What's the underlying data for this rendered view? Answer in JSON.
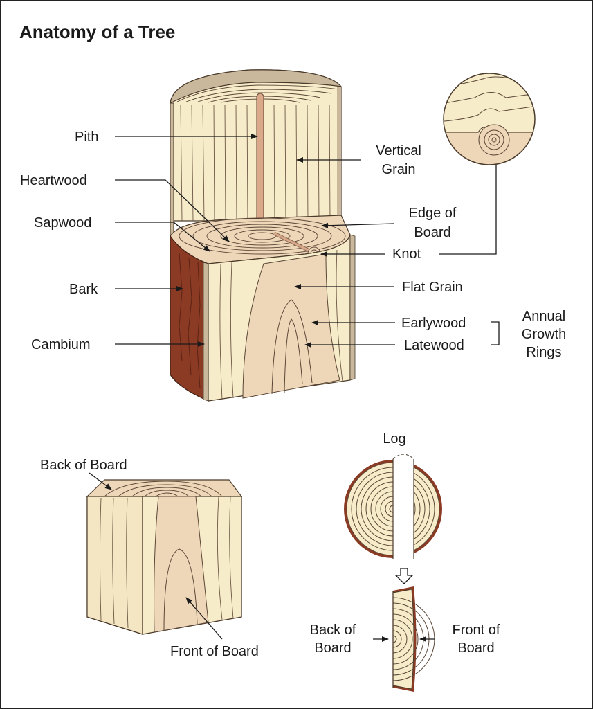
{
  "title": "Anatomy of a Tree",
  "labels": {
    "pith": "Pith",
    "heartwood": "Heartwood",
    "sapwood": "Sapwood",
    "bark": "Bark",
    "cambium": "Cambium",
    "vertical_grain_1": "Vertical",
    "vertical_grain_2": "Grain",
    "edge_of_board_1": "Edge of",
    "edge_of_board_2": "Board",
    "knot": "Knot",
    "flat_grain": "Flat Grain",
    "earlywood": "Earlywood",
    "latewood": "Latewood",
    "annual_1": "Annual",
    "annual_2": "Growth",
    "annual_3": "Rings",
    "back_of_board": "Back of Board",
    "front_of_board": "Front of Board",
    "log": "Log",
    "back_of_board_2a": "Back of",
    "back_of_board_2b": "Board",
    "front_of_board_2a": "Front of",
    "front_of_board_2b": "Board"
  },
  "colors": {
    "sapwood": "#f7ecc9",
    "heartwood": "#eed6b8",
    "bark": "#8b3a24",
    "outline": "#4a3a2a",
    "cambium": "#b8a98e"
  }
}
